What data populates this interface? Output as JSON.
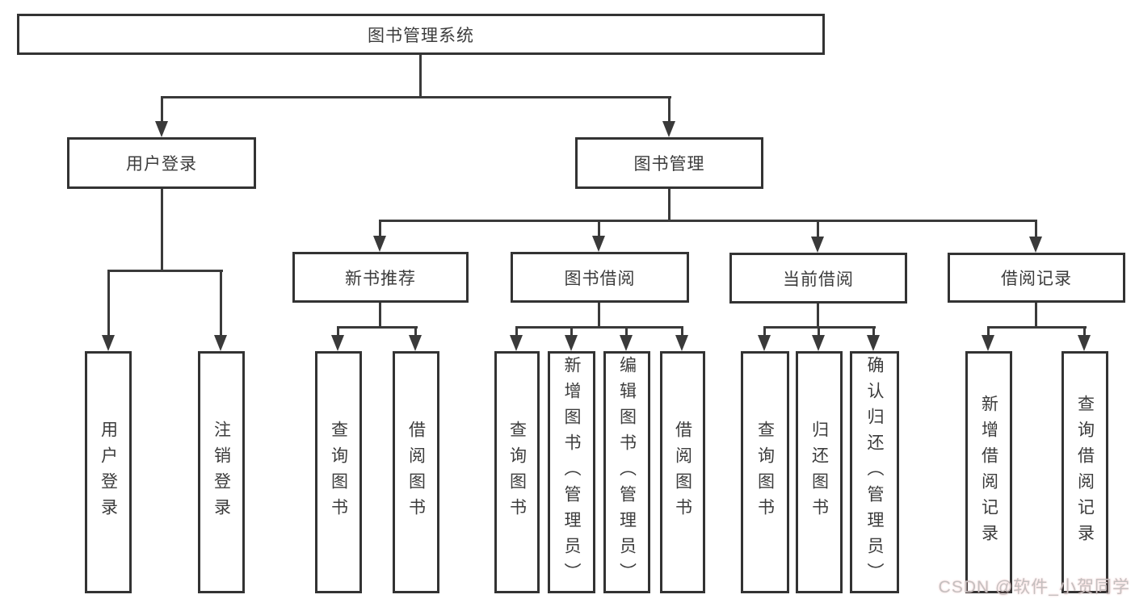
{
  "tree": {
    "root": {
      "label": "图书管理系统"
    },
    "children": [
      {
        "label": "用户登录",
        "children": [
          {
            "label": "用户登录"
          },
          {
            "label": "注销登录"
          }
        ]
      },
      {
        "label": "图书管理",
        "children": [
          {
            "label": "新书推荐",
            "children": [
              {
                "label": "查询图书"
              },
              {
                "label": "借阅图书"
              }
            ]
          },
          {
            "label": "图书借阅",
            "children": [
              {
                "label": "查询图书"
              },
              {
                "label": "新增图书（管理员）"
              },
              {
                "label": "编辑图书（管理员）"
              },
              {
                "label": "借阅图书"
              }
            ]
          },
          {
            "label": "当前借阅",
            "children": [
              {
                "label": "查询图书"
              },
              {
                "label": "归还图书"
              },
              {
                "label": "确认归还（管理员）"
              }
            ]
          },
          {
            "label": "借阅记录",
            "children": [
              {
                "label": "新增借阅记录"
              },
              {
                "label": "查询借阅记录"
              }
            ]
          }
        ]
      }
    ]
  },
  "watermark": {
    "text": "CSDN @软件_小贺同学"
  },
  "colors": {
    "line": "#3a3a3a",
    "border": "#333333",
    "text": "#3c3c3c",
    "background": "#ffffff",
    "watermark": "#c4c0c0"
  }
}
